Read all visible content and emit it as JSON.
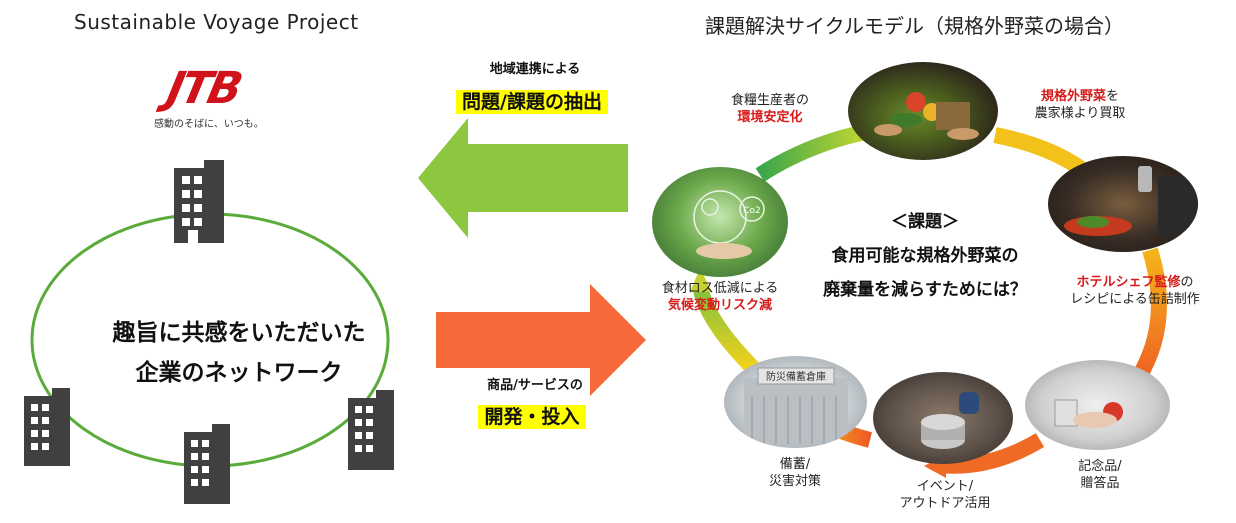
{
  "left": {
    "title": "Sustainable Voyage Project",
    "logo_text": "JTB",
    "logo_tagline": "感動のそばに、いつも。",
    "network_line1": "趣旨に共感をいただいた",
    "network_line2": "企業のネットワーク"
  },
  "arrows": {
    "top_label": "地域連携による",
    "top_highlight": "問題/課題の抽出",
    "bottom_label": "商品/サービスの",
    "bottom_highlight": "開発・投入"
  },
  "right": {
    "title": "課題解決サイクルモデル（規格外野菜の場合）",
    "center_heading": "＜課題＞",
    "center_line1": "食用可能な規格外野菜の",
    "center_line2": "廃棄量を減らすためには？",
    "captions": {
      "producer_line1": "食糧生産者の",
      "producer_line2": "環境安定化",
      "purchase_red": "規格外野菜",
      "purchase_suffix": "を",
      "purchase_line2": "農家様より買取",
      "chef_red": "ホテルシェフ監修",
      "chef_suffix": "の",
      "chef_line2": "レシピによる缶詰制作",
      "gift_line1": "記念品/",
      "gift_line2": "贈答品",
      "event_line1": "イベント/",
      "event_line2": "アウトドア活用",
      "stock_line1": "備蓄/",
      "stock_line2": "災害対策",
      "climate_line1": "食材ロス低減による",
      "climate_line2": "気候変動リスク減"
    },
    "warehouse_sign": "防災備蓄倉庫",
    "co2_text": "Co2"
  },
  "colors": {
    "green_arrow": "#8dc63f",
    "orange_arrow": "#f5693a",
    "highlight": "#ffff00",
    "accent_red": "#d81b1b",
    "ellipse_green": "#5aab3a"
  }
}
